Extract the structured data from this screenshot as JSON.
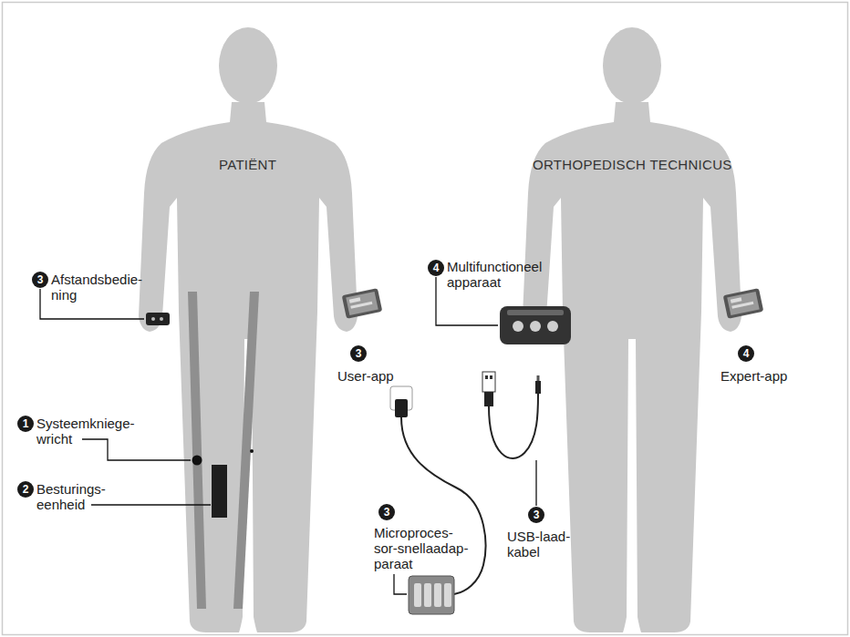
{
  "diagram": {
    "nodes": [
      {
        "text": [
          "PATIËNT"
        ]
      },
      {
        "text": [
          "ORTHOPEDISCH TECHNICUS"
        ]
      }
    ],
    "labels": [
      "3",
      "Afstandsbedie- ning",
      "1",
      "Systeemkniege- wricht",
      "2",
      "Besturings- eenheid",
      "3",
      "User-app",
      "4",
      "Multifunctioneel apparaat",
      "4",
      "Expert-app",
      "3",
      "Microproces- sor-snellaadap- paraat",
      "3",
      "USB-laad- kabel"
    ]
  }
}
